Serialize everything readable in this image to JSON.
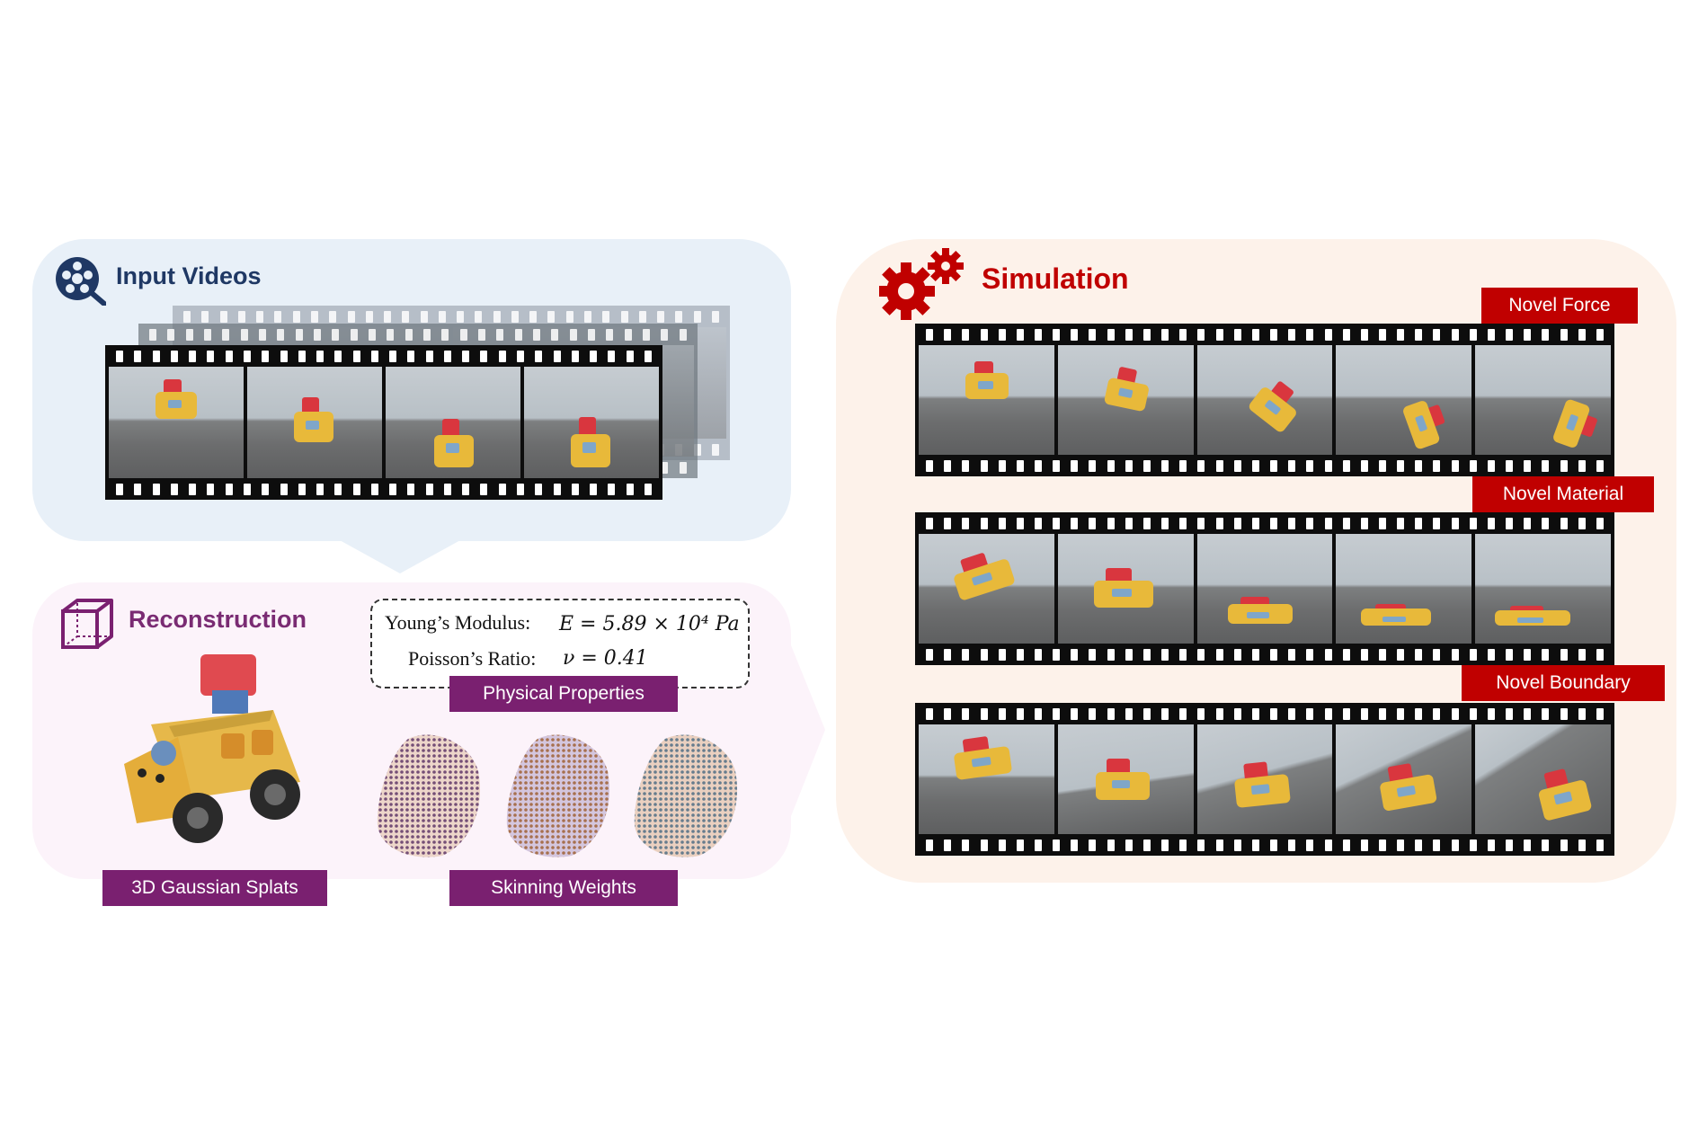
{
  "input": {
    "title": "Input Videos",
    "icon": "film-reel-search-icon"
  },
  "reconstruction": {
    "title": "Reconstruction",
    "icon": "cube-icon",
    "physical_properties": {
      "youngs_label": "Young’s Modulus:",
      "youngs_value": "E = 5.89 × 10⁴ Pa",
      "poisson_label": "Poisson’s Ratio:",
      "poisson_value": "ν = 0.41",
      "tag": "Physical Properties"
    },
    "splats_tag": "3D Gaussian Splats",
    "skinning_tag": "Skinning Weights"
  },
  "simulation": {
    "title": "Simulation",
    "icon": "gears-icon",
    "rows": [
      {
        "tag": "Novel Force"
      },
      {
        "tag": "Novel Material"
      },
      {
        "tag": "Novel Boundary"
      }
    ]
  },
  "colors": {
    "input_accent": "#1f3864",
    "recon_accent": "#7a2070",
    "sim_accent": "#c00000",
    "input_bg": "#e8f0f8",
    "recon_bg": "#fcf3fa",
    "sim_bg": "#fdf2ea"
  }
}
